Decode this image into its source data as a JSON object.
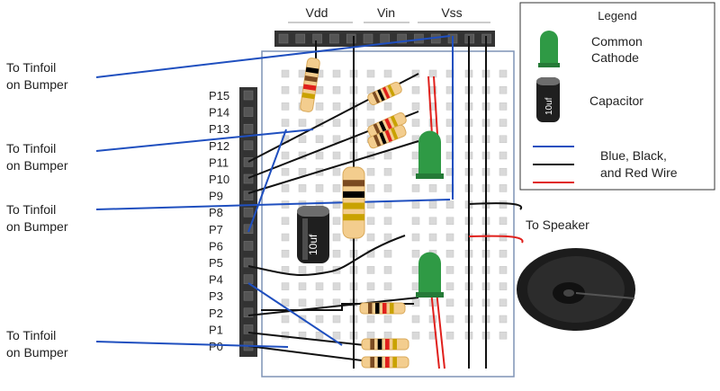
{
  "header_labels": {
    "vdd": "Vdd",
    "vin": "Vin",
    "vss": "Vss"
  },
  "pin_labels": [
    "P15",
    "P14",
    "P13",
    "P12",
    "P11",
    "P10",
    "P9",
    "P8",
    "P7",
    "P6",
    "P5",
    "P4",
    "P3",
    "P2",
    "P1",
    "P0"
  ],
  "bumper_labels": [
    {
      "line1": "To Tinfoil",
      "line2": "on Bumper"
    },
    {
      "line1": "To Tinfoil",
      "line2": "on Bumper"
    },
    {
      "line1": "To Tinfoil",
      "line2": "on Bumper"
    },
    {
      "line1": "To Tinfoil",
      "line2": "on Bumper"
    }
  ],
  "speaker_label": "To Speaker",
  "capacitor_marking": "10uf",
  "legend": {
    "title": "Legend",
    "led": {
      "line1": "Common",
      "line2": "Cathode"
    },
    "capacitor": {
      "label": "Capacitor",
      "marking": "10uf"
    },
    "wires": {
      "line1": "Blue, Black,",
      "line2": "and Red Wire"
    }
  },
  "colors": {
    "wire_blue": "#1f4fbf",
    "wire_black": "#111111",
    "wire_red": "#e0201c",
    "led_green": "#2f9a45",
    "board_border": "#7f93b5",
    "hole_fill": "#d9d9d9",
    "header_fill": "#333333"
  }
}
